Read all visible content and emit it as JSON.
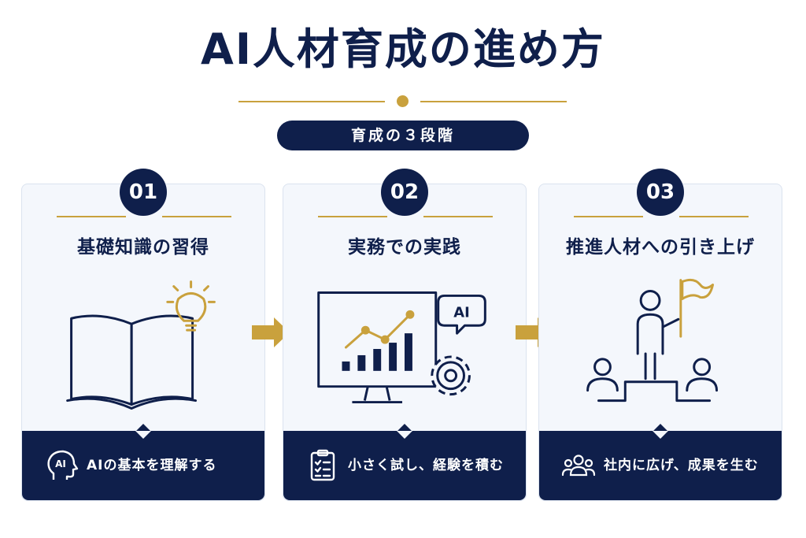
{
  "title": "AI人材育成の進め方",
  "subtitle": "育成の３段階",
  "colors": {
    "navy": "#0f1f4b",
    "gold": "#c9a13d",
    "card_bg": "#f4f7fc"
  },
  "steps": [
    {
      "number": "01",
      "title": "基礎知識の習得",
      "illustration": "open-book-lightbulb-icon",
      "footer_icon": "ai-head-icon",
      "footer_text": "AIの基本を理解する"
    },
    {
      "number": "02",
      "title": "実務での実践",
      "illustration": "monitor-chart-gear-icon",
      "ai_badge": "AI",
      "footer_icon": "clipboard-checklist-icon",
      "footer_text": "小さく試し、経験を積む"
    },
    {
      "number": "03",
      "title": "推進人材への引き上げ",
      "illustration": "podium-leader-flag-icon",
      "footer_icon": "team-group-icon",
      "footer_text": "社内に広げ、成果を生む"
    }
  ]
}
